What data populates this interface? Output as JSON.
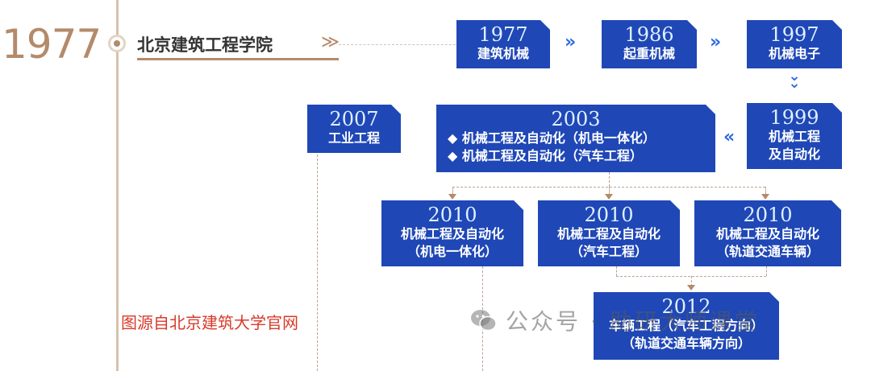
{
  "timeline": {
    "year": "1977"
  },
  "school": {
    "name": "北京建筑工程学院",
    "chevron": "≫"
  },
  "boxes": {
    "b1977": {
      "year": "1977",
      "line1": "建筑机械"
    },
    "b1986": {
      "year": "1986",
      "line1": "起重机械"
    },
    "b1997": {
      "year": "1997",
      "line1": "机械电子"
    },
    "b1999": {
      "year": "1999",
      "line1": "机械工程",
      "line2": "及自动化"
    },
    "b2003": {
      "year": "2003",
      "line1": "◆ 机械工程及自动化（机电一体化）",
      "line2": "◆ 机械工程及自动化（汽车工程）"
    },
    "b2007": {
      "year": "2007",
      "line1": "工业工程"
    },
    "b2010a": {
      "year": "2010",
      "line1": "机械工程及自动化",
      "line2": "（机电一体化）"
    },
    "b2010b": {
      "year": "2010",
      "line1": "机械工程及自动化",
      "line2": "（汽车工程）"
    },
    "b2010c": {
      "year": "2010",
      "line1": "机械工程及自动化",
      "line2": "（轨道交通车辆）"
    },
    "b2012": {
      "year": "2012",
      "line1": "车辆工程（汽车工程方向）",
      "line2": "（轨道交通车辆方向）"
    }
  },
  "arrows": {
    "right": "»",
    "left": "«",
    "down": "⌄"
  },
  "source": "图源自北京建筑大学官网",
  "watermark": "公众号 · 助研大师课堂"
}
